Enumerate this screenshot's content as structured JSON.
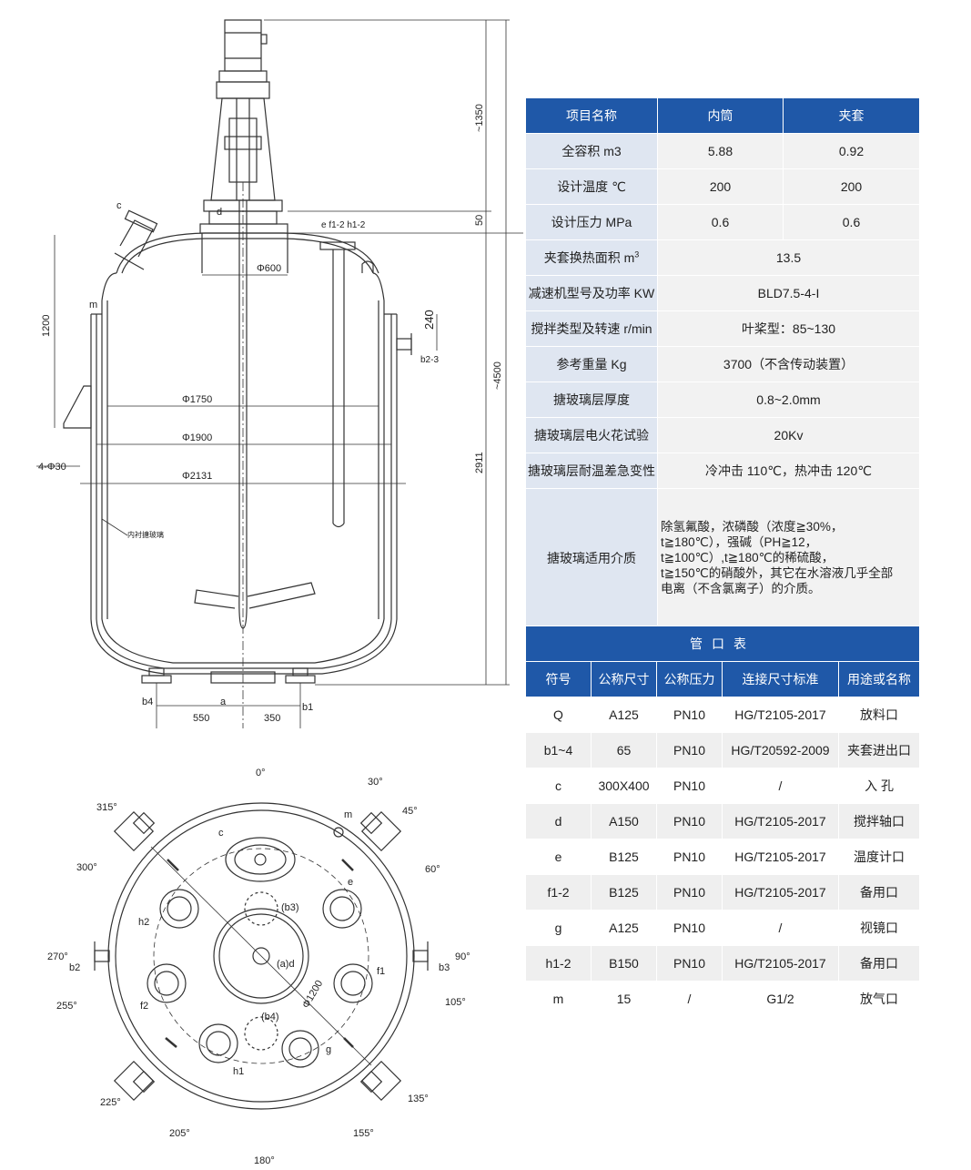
{
  "spec_table": {
    "header": [
      "项目名称",
      "内筒",
      "夹套"
    ],
    "rows": [
      {
        "label": "全容积 m3",
        "inner": "5.88",
        "jacket": "0.92"
      },
      {
        "label": "设计温度 ℃",
        "inner": "200",
        "jacket": "200"
      },
      {
        "label": "设计压力 MPa",
        "inner": "0.6",
        "jacket": "0.6"
      },
      {
        "label": "夹套换热面积 m",
        "label_sup": "3",
        "value": "13.5"
      },
      {
        "label": "减速机型号及功率 KW",
        "value": "BLD7.5-4-I"
      },
      {
        "label": "搅拌类型及转速 r/min",
        "value": "叶桨型：85~130"
      },
      {
        "label": "参考重量 Kg",
        "value": "3700（不含传动装置）"
      },
      {
        "label": "搪玻璃层厚度",
        "value": "0.8~2.0mm"
      },
      {
        "label": "搪玻璃层电火花试验",
        "value": "20Kv"
      },
      {
        "label": "搪玻璃层耐温差急变性",
        "value": "冷冲击 110℃，热冲击 120℃"
      },
      {
        "label": "搪玻璃适用介质",
        "value_lines": [
          "除氢氟酸，浓磷酸（浓度≧30%，",
          "t≧180℃），强碱（PH≧12，",
          "t≧100℃）,t≧180℃的稀硫酸，",
          "t≧150℃的硝酸外，其它在水溶液几乎全部",
          "电离（不含氯离子）的介质。"
        ]
      }
    ]
  },
  "ports_table": {
    "title": "管口表",
    "header": [
      "符号",
      "公称尺寸",
      "公称压力",
      "连接尺寸标准",
      "用途或名称"
    ],
    "rows": [
      [
        "Q",
        "A125",
        "PN10",
        "HG/T2105-2017",
        "放料口"
      ],
      [
        "b1~4",
        "65",
        "PN10",
        "HG/T20592-2009",
        "夹套进出口"
      ],
      [
        "c",
        "300X400",
        "PN10",
        "/",
        "入  孔"
      ],
      [
        "d",
        "A150",
        "PN10",
        "HG/T2105-2017",
        "搅拌轴口"
      ],
      [
        "e",
        "B125",
        "PN10",
        "HG/T2105-2017",
        "温度计口"
      ],
      [
        "f1-2",
        "B125",
        "PN10",
        "HG/T2105-2017",
        "备用口"
      ],
      [
        "g",
        "A125",
        "PN10",
        "/",
        "视镜口"
      ],
      [
        "h1-2",
        "B150",
        "PN10",
        "HG/T2105-2017",
        "备用口"
      ],
      [
        "m",
        "15",
        "/",
        "G1/2",
        "放气口"
      ]
    ]
  },
  "elevation": {
    "dimensions": {
      "top_height": "~1350",
      "flange_height": "50",
      "total_height": "~4500",
      "jacket_height": "2911",
      "upper_height": "1200",
      "level_240": "240",
      "d_1750": "Φ1750",
      "d_1900": "Φ1900",
      "d_2131": "Φ2131",
      "d_600": "Φ600",
      "bottom_550": "550",
      "bottom_350": "350",
      "lugs": "4-Φ30"
    },
    "labels": {
      "c": "c",
      "d": "d",
      "e_f_h": "e f1-2 h1-2",
      "m": "m",
      "b23": "b2-3",
      "b4": "b4",
      "a": "a",
      "b1": "b1",
      "lining": "内衬搪玻璃"
    }
  },
  "plan": {
    "angles": [
      "0°",
      "30°",
      "45°",
      "60°",
      "90°",
      "105°",
      "135°",
      "155°",
      "180°",
      "205°",
      "225°",
      "255°",
      "270°",
      "300°",
      "315°"
    ],
    "labels": {
      "c": "c",
      "m": "m",
      "e": "e",
      "h2": "h2",
      "b3_inner": "(b3)",
      "a_d": "(a)d",
      "f1": "f1",
      "f2": "f2",
      "b4_inner": "(b4)",
      "h1": "h1",
      "g": "g",
      "b2": "b2",
      "b3": "b3",
      "d1200": "Φ1200"
    }
  }
}
